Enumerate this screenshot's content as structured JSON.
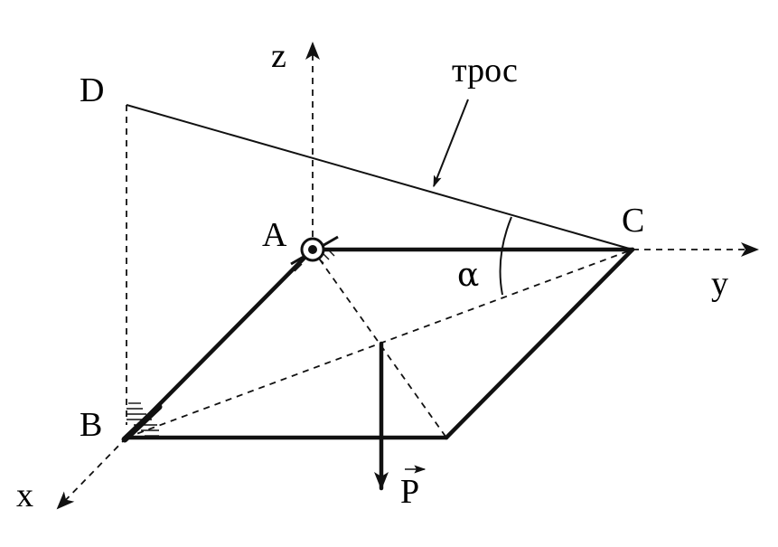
{
  "labels": {
    "axis_z": "z",
    "axis_y": "y",
    "axis_x": "x",
    "point_a": "A",
    "point_b": "B",
    "point_c": "C",
    "point_d": "D",
    "cable": "трос",
    "angle": "α",
    "force": "P"
  }
}
